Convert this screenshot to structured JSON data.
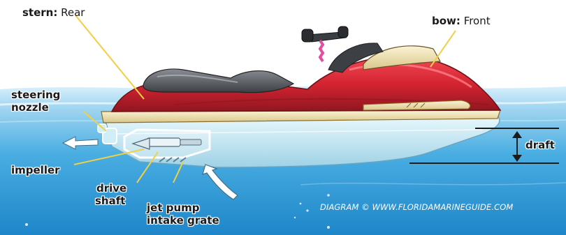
{
  "labels": {
    "stern_term": "stern:",
    "stern_desc": "Rear",
    "bow_term": "bow:",
    "bow_desc": "Front",
    "steering_nozzle_1": "steering",
    "steering_nozzle_2": "nozzle",
    "impeller": "impeller",
    "drive_shaft_1": "drive",
    "drive_shaft_2": "shaft",
    "jet_pump_1": "jet pump",
    "jet_pump_2": "intake grate",
    "draft": "draft"
  },
  "credit": "DIAGRAM © WWW.FLORIDAMARINEGUIDE.COM",
  "colors": {
    "sky": "#ffffff",
    "water_surface": "#bfe3f6",
    "water_deep": "#2f9ad6",
    "hull_red": "#d52431",
    "hull_dark_red": "#8f1620",
    "seat_gray": "#4a4d52",
    "hull_bottom": "#c8ecf7",
    "trim_cream": "#efe2b4",
    "leader_line": "#f2cf45",
    "engine_outline": "#ffffff"
  }
}
